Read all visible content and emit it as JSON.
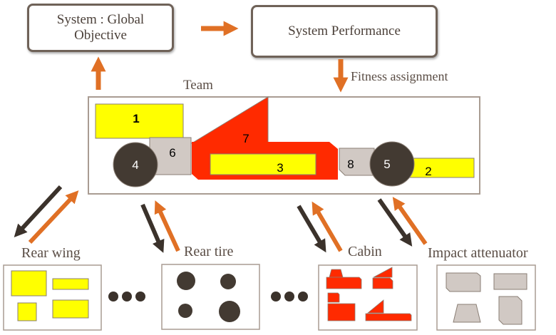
{
  "boxes": {
    "global_objective": "System : Global\nObjective",
    "global_objective_line1": "System : Global",
    "global_objective_line2": "Objective",
    "system_performance": "System Performance"
  },
  "labels": {
    "team": "Team",
    "fitness_assignment": "Fitness assignment"
  },
  "car_parts": [
    {
      "id": "1",
      "color": "#ffff00"
    },
    {
      "id": "2",
      "color": "#ffff00"
    },
    {
      "id": "3",
      "color": "#ffff00"
    },
    {
      "id": "4",
      "color": "#433a32"
    },
    {
      "id": "5",
      "color": "#433a32"
    },
    {
      "id": "6",
      "color": "#d1c9c4"
    },
    {
      "id": "7",
      "color": "#ff2a00"
    },
    {
      "id": "8",
      "color": "#d1c9c4"
    }
  ],
  "populations": [
    {
      "label": "Rear wing"
    },
    {
      "label": "Rear tire"
    },
    {
      "label": "Cabin"
    },
    {
      "label": "Impact attenuator"
    }
  ],
  "colors": {
    "arrow_up": "#e07025",
    "arrow_down": "#3b322b",
    "yellow": "#ffff00",
    "red": "#ff2a00",
    "grey": "#d1c9c4",
    "dark": "#433a32"
  }
}
